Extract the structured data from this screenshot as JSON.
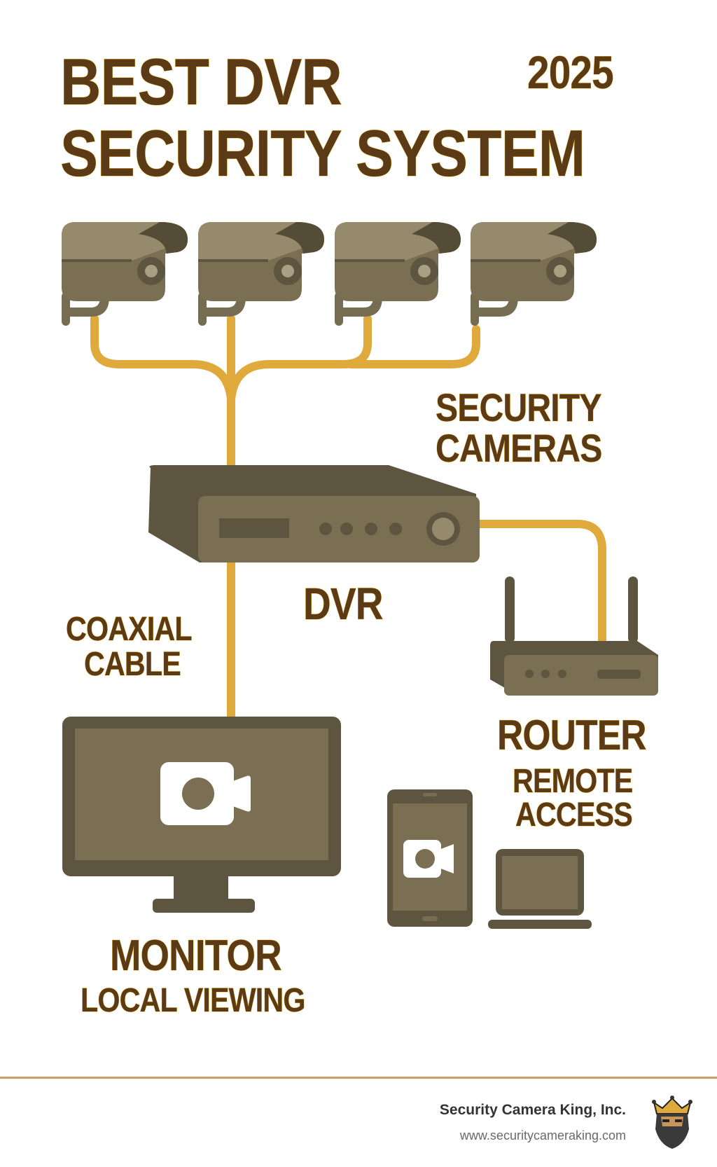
{
  "title": {
    "line1": "BEST DVR",
    "line2": "SECURITY SYSTEM",
    "year": "2025"
  },
  "labels": {
    "security_cameras_1": "SECURITY",
    "security_cameras_2": "CAMERAS",
    "dvr": "DVR",
    "coaxial_1": "COAXIAL",
    "coaxial_2": "CABLE",
    "router": "ROUTER",
    "remote_1": "REMOTE",
    "remote_2": "ACCESS",
    "monitor": "MONITOR",
    "local_viewing": "LOCAL VIEWING"
  },
  "components": [
    "camera",
    "camera",
    "camera",
    "camera",
    "dvr",
    "router",
    "monitor",
    "phone",
    "laptop"
  ],
  "colors": {
    "text": "#5a3a17",
    "text_outline": "#f0b830",
    "cable": "#e0a93c",
    "device_dark": "#5e5540",
    "device_mid": "#7a6e53",
    "device_light": "#958a6b",
    "footer_rule": "#d39b63"
  },
  "footer": {
    "company": "Security Camera King, Inc.",
    "url": "www.securitycameraking.com"
  }
}
